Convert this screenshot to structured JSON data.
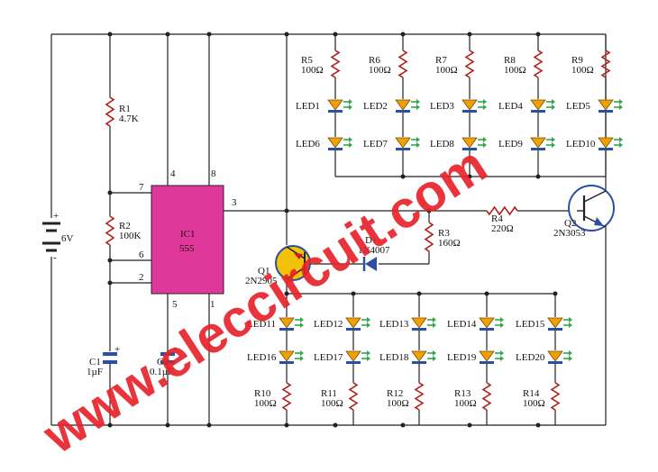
{
  "ic": {
    "name": "IC1",
    "part": "555",
    "pins": {
      "p1": "1",
      "p2": "2",
      "p3": "3",
      "p4": "4",
      "p5": "5",
      "p6": "6",
      "p7": "7",
      "p8": "8"
    }
  },
  "battery": {
    "value": "6V",
    "plus": "+",
    "minus": "-"
  },
  "r1": {
    "name": "R1",
    "value": "4.7K"
  },
  "r2": {
    "name": "R2",
    "value": "100K"
  },
  "r3": {
    "name": "R3",
    "value": "160Ω"
  },
  "r4": {
    "name": "R4",
    "value": "220Ω"
  },
  "c1": {
    "name": "C1",
    "value": "1µF",
    "plus": "+"
  },
  "c2": {
    "name": "C2",
    "value": "0.1µF",
    "plus": "+"
  },
  "d1": {
    "name": "D1",
    "part": "1N4007"
  },
  "q1": {
    "name": "Q1",
    "part": "2N2905"
  },
  "q2": {
    "name": "Q2",
    "part": "2N3053"
  },
  "top_resistors": [
    {
      "name": "R5",
      "value": "100Ω"
    },
    {
      "name": "R6",
      "value": "100Ω"
    },
    {
      "name": "R7",
      "value": "100Ω"
    },
    {
      "name": "R8",
      "value": "100Ω"
    },
    {
      "name": "R9",
      "value": "100Ω"
    }
  ],
  "top_leds_row1": [
    "LED1",
    "LED2",
    "LED3",
    "LED4",
    "LED5"
  ],
  "top_leds_row2": [
    "LED6",
    "LED7",
    "LED8",
    "LED9",
    "LED10"
  ],
  "bottom_leds_row1": [
    "LED11",
    "LED12",
    "LED13",
    "LED14",
    "LED15"
  ],
  "bottom_leds_row2": [
    "LED16",
    "LED17",
    "LED18",
    "LED19",
    "LED20"
  ],
  "bottom_resistors": [
    {
      "name": "R10",
      "value": "100Ω"
    },
    {
      "name": "R11",
      "value": "100Ω"
    },
    {
      "name": "R12",
      "value": "100Ω"
    },
    {
      "name": "R13",
      "value": "100Ω"
    },
    {
      "name": "R14",
      "value": "100Ω"
    }
  ],
  "watermark": "www.eleccircuit.com",
  "colors": {
    "ic": "#e0389a",
    "led_body": "#f0a000",
    "led_base": "#2a50a0",
    "led_arrow": "#2ea84a",
    "wire": "#222222",
    "watermark": "#e8232a",
    "transistor": "#f4c10a",
    "transistor_ring": "#2a4fa0"
  }
}
